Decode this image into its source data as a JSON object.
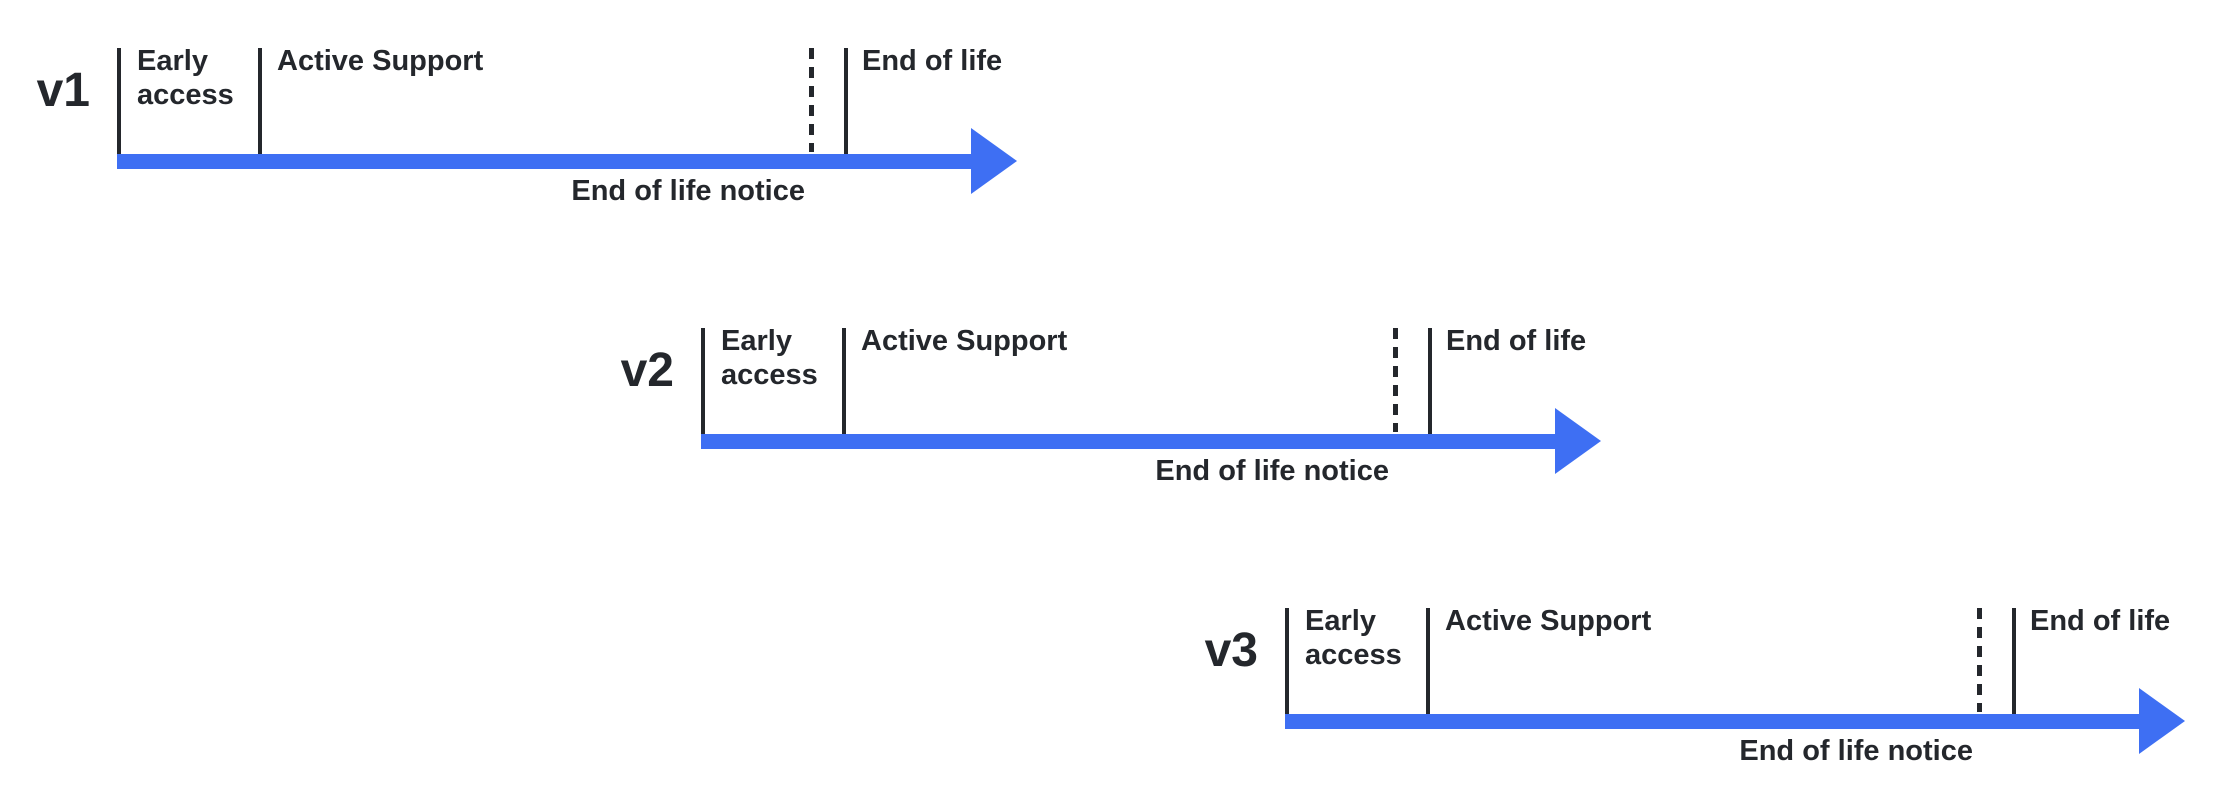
{
  "diagram": {
    "accent_color": "#3E6FF3",
    "text_color": "#24272C",
    "timelines": [
      {
        "version": "v1",
        "phase_early_access": "Early access",
        "phase_active_support": "Active Support",
        "phase_end_of_life": "End of life",
        "phase_end_of_life_notice": "End of life notice"
      },
      {
        "version": "v2",
        "phase_early_access": "Early access",
        "phase_active_support": "Active Support",
        "phase_end_of_life": "End of life",
        "phase_end_of_life_notice": "End of life notice"
      },
      {
        "version": "v3",
        "phase_early_access": "Early access",
        "phase_active_support": "Active Support",
        "phase_end_of_life": "End of life",
        "phase_end_of_life_notice": "End of life notice"
      }
    ]
  }
}
